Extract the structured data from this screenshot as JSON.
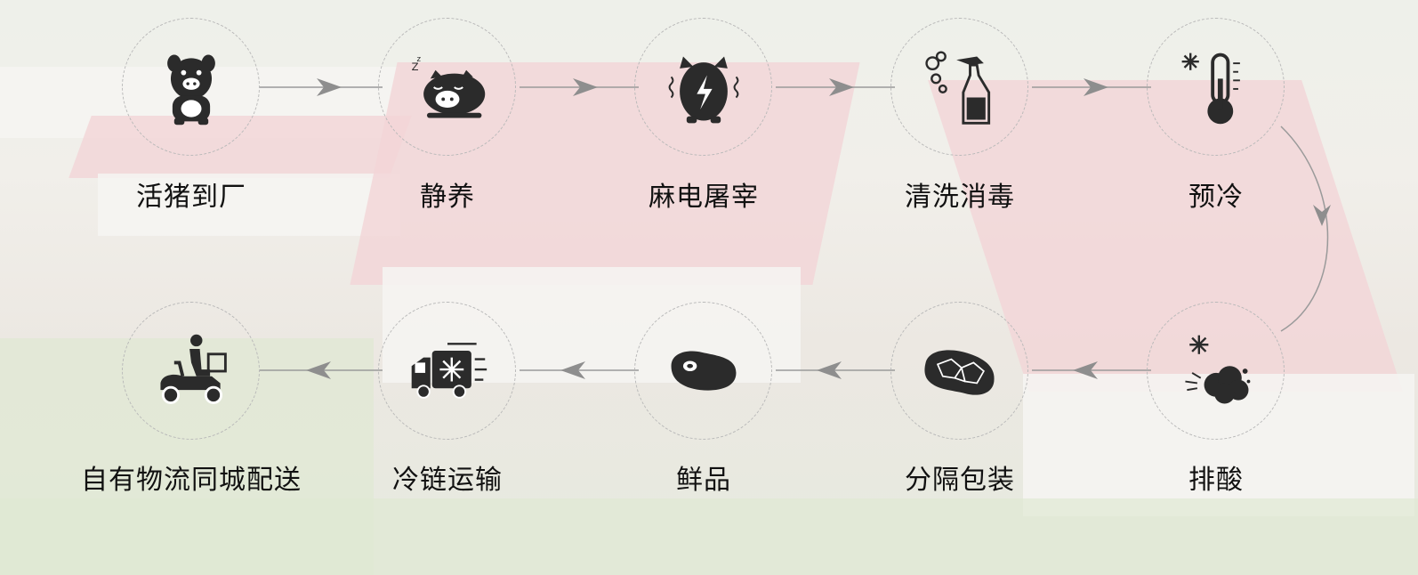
{
  "process": {
    "steps": [
      {
        "label": "活猪到厂",
        "icon": "pig-standing-icon"
      },
      {
        "label": "静养",
        "icon": "pig-sleeping-icon"
      },
      {
        "label": "麻电屠宰",
        "icon": "pig-shock-icon"
      },
      {
        "label": "清洗消毒",
        "icon": "spray-bottle-icon"
      },
      {
        "label": "预冷",
        "icon": "thermometer-snow-icon"
      },
      {
        "label": "排酸",
        "icon": "snowflake-cloud-icon"
      },
      {
        "label": "分隔包装",
        "icon": "meat-cut-icon"
      },
      {
        "label": "鲜品",
        "icon": "steak-icon"
      },
      {
        "label": "冷链运输",
        "icon": "refrigerated-truck-icon"
      },
      {
        "label": "自有物流同城配送",
        "icon": "delivery-scooter-icon"
      }
    ]
  },
  "colors": {
    "icon": "#2b2b2b",
    "arrow": "#9a9a9a",
    "circle_border": "#b9b9b9",
    "label": "#111111"
  }
}
